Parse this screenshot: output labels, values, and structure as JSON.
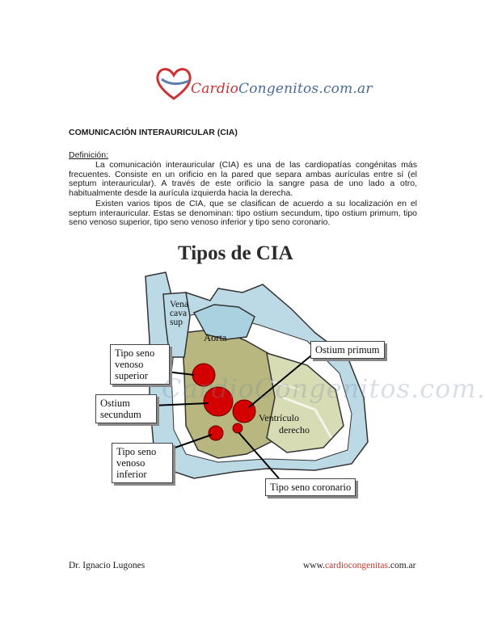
{
  "header": {
    "logo_text_a": "Cardio",
    "logo_text_b": "Congenitos",
    "logo_text_c": ".com.ar",
    "logo_icon": "heart-icon"
  },
  "document": {
    "title": "COMUNICACIÓN INTERAURICULAR (CIA)",
    "definition_label": "Definición:",
    "paragraph_1": "La comunicación interauricular (CIA) es una de las cardiopatías congénitas más frecuentes. Consiste en un orificio en la pared que separa ambas aurículas entre sí (el septum interauricular). A través de este orificio la sangre pasa de uno lado a otro, habitualmente desde la aurícula izquierda hacia la derecha.",
    "paragraph_2": "Existen varios tipos de CIA, que se clasifican de acuerdo a su localización en el septum interauricular. Estas se denominan: tipo ostium secundum, tipo ostium primum, tipo seno venoso superior, tipo seno venoso inferior y tipo seno coronario."
  },
  "figure": {
    "title": "Tipos de CIA",
    "labels": {
      "vena_cava_line1": "Vena",
      "vena_cava_line2": "cava",
      "vena_cava_line3": "sup",
      "aorta": "Aorta",
      "ventriculo_line1": "Ventrículo",
      "ventriculo_line2": "derecho"
    },
    "callouts": {
      "seno_superior_1": "Tipo seno",
      "seno_superior_2": "venoso",
      "seno_superior_3": "superior",
      "ostium_secundum_1": "Ostium",
      "ostium_secundum_2": "secundum",
      "seno_inferior_1": "Tipo seno",
      "seno_inferior_2": "venoso",
      "seno_inferior_3": "inferior",
      "ostium_primum": "Ostium primum",
      "seno_coronario": "Tipo seno coronario"
    },
    "defect_color": "#d40000",
    "watermark": "CardioCongenitos.com.ar"
  },
  "footer": {
    "author": "Dr. Ignacio Lugones",
    "site_prefix": "www.",
    "site_accent": "cardiocongenitas",
    "site_suffix": ".com.ar"
  }
}
